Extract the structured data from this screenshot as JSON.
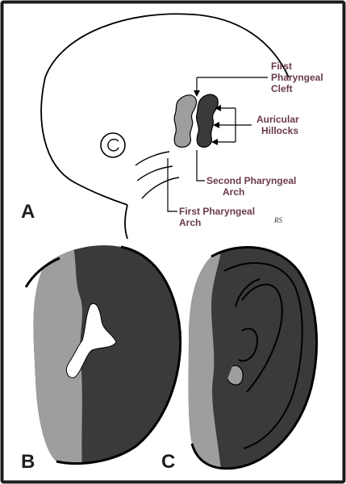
{
  "colors": {
    "frame": "#1c1c1c",
    "label_text": "#6b3b4a",
    "letter_text": "#1e1e1e",
    "first_arch_fill": "#9e9e9e",
    "second_arch_fill": "#3a3a3a",
    "outline": "#000000"
  },
  "panel_a": {
    "letter": "A",
    "labels": {
      "first_cleft_line1": "First",
      "first_cleft_line2": "Pharyngeal",
      "first_cleft_line3": "Cleft",
      "hillocks_line1": "Auricular",
      "hillocks_line2": "Hillocks",
      "second_arch_line1": "Second Pharyngeal",
      "second_arch_line2": "Arch",
      "first_arch_line1": "First Pharyngeal",
      "first_arch_line2": "Arch"
    },
    "signature": "RS"
  },
  "panel_b": {
    "letter": "B"
  },
  "panel_c": {
    "letter": "C"
  }
}
